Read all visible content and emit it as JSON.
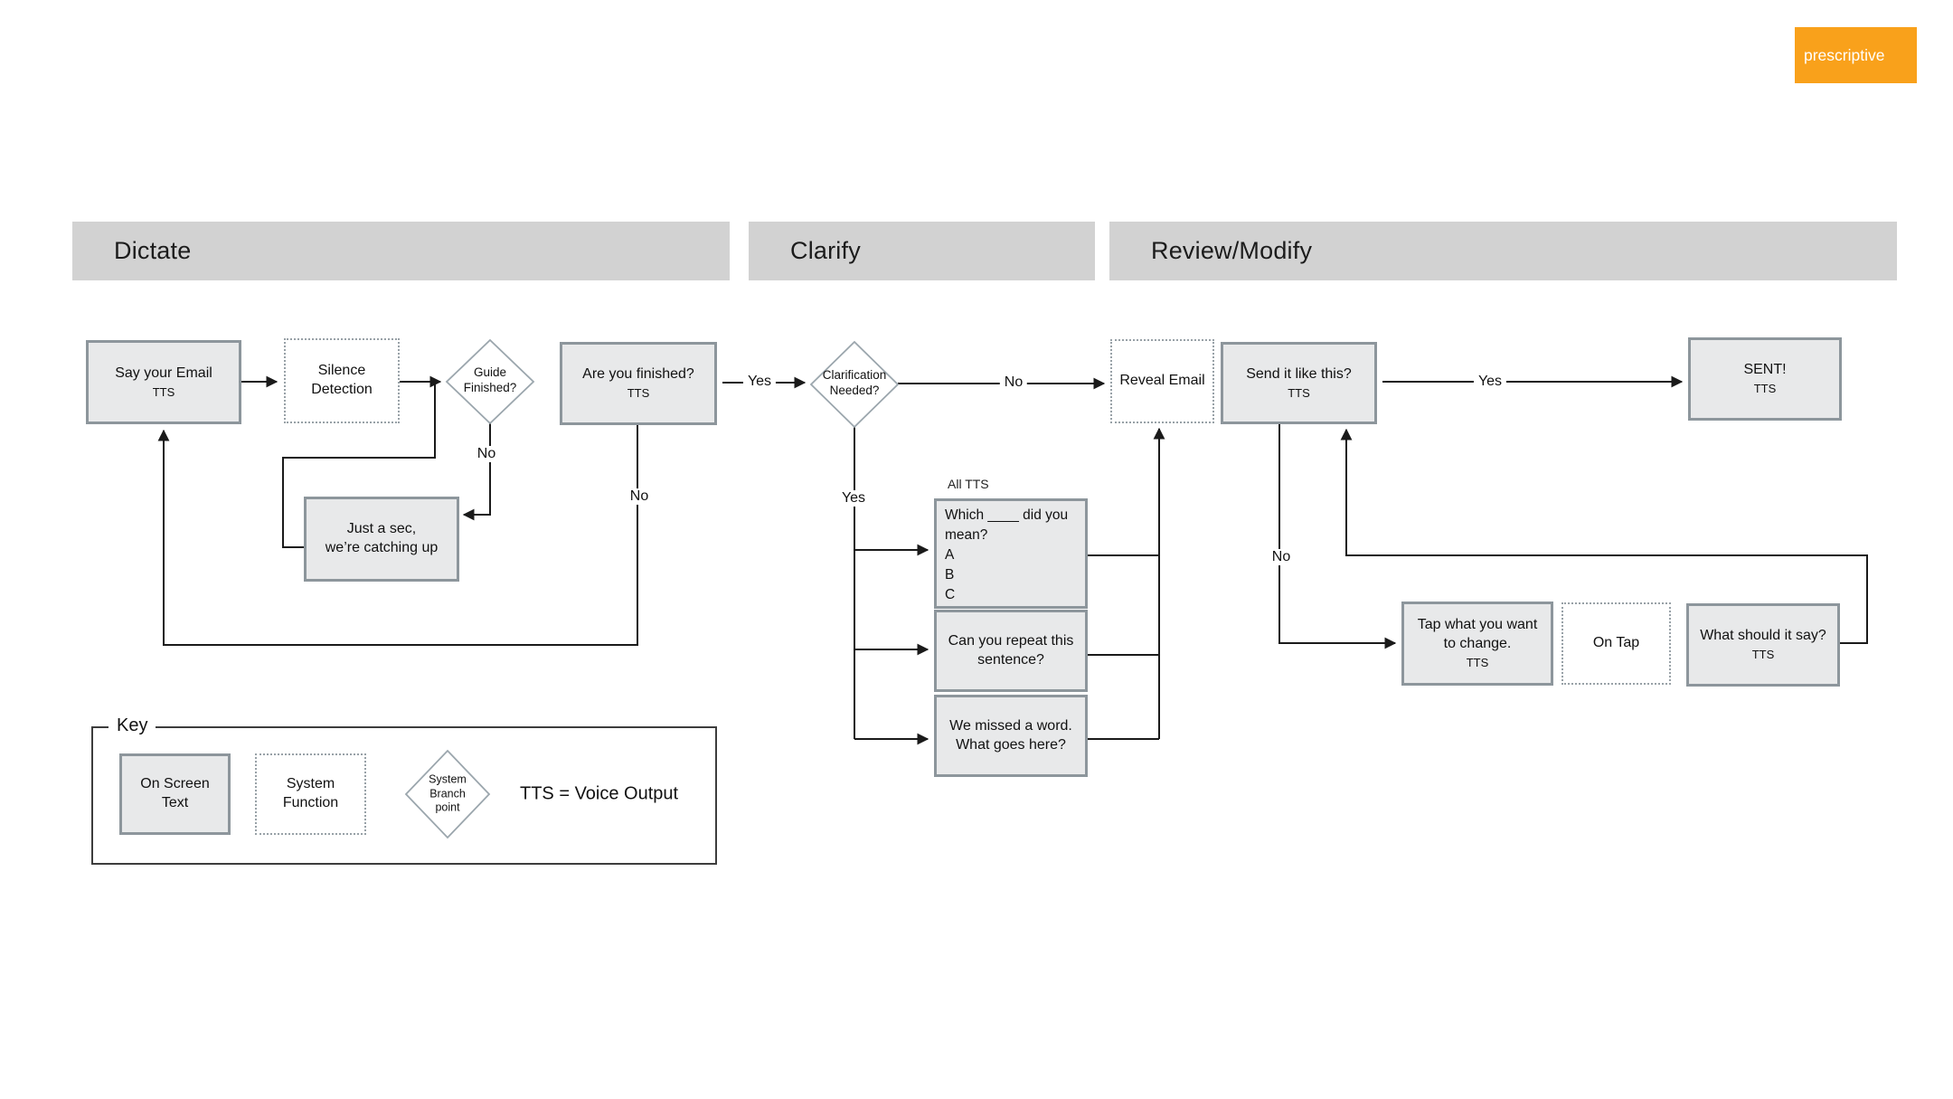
{
  "badge": {
    "label": "prescriptive"
  },
  "colors": {
    "accent": "#F9A11B",
    "phase_bar": "#D2D2D2",
    "box_fill": "#E8E9EA",
    "box_border": "#8D969C",
    "dotted_border": "#98A1A7",
    "line": "#1A1A1A"
  },
  "phases": {
    "dictate": "Dictate",
    "clarify": "Clarify",
    "review": "Review/Modify"
  },
  "nodes": {
    "say_your_email": {
      "title": "Say your Email",
      "tts": "TTS"
    },
    "silence_detection": {
      "title": "Silence\nDetection"
    },
    "guide_finished": {
      "title": "Guide\nFinished?"
    },
    "are_you_finished": {
      "title": "Are you finished?",
      "tts": "TTS"
    },
    "just_a_sec": {
      "title": "Just a sec,\nwe’re catching up"
    },
    "clarification_needed": {
      "title": "Clarification\nNeeded?"
    },
    "reveal_email": {
      "title": "Reveal Email"
    },
    "send_it_like_this": {
      "title": "Send it like this?",
      "tts": "TTS"
    },
    "sent": {
      "title": "SENT!",
      "tts": "TTS"
    },
    "which_mean": {
      "title": "Which ____ did you\nmean?\nA\nB\nC"
    },
    "can_repeat": {
      "title": "Can you repeat this\nsentence?"
    },
    "missed_word": {
      "title": "We missed a word.\nWhat goes here?"
    },
    "tap_change": {
      "title": "Tap what you want\nto change.",
      "tts": "TTS"
    },
    "on_tap": {
      "title": "On Tap"
    },
    "what_say": {
      "title": "What should it say?",
      "tts": "TTS"
    }
  },
  "edge_labels": {
    "guide_no": "No",
    "finished_no": "No",
    "finished_yes": "Yes",
    "clarification_no": "No",
    "clarification_yes": "Yes",
    "all_tts": "All TTS",
    "send_yes": "Yes",
    "send_no": "No"
  },
  "key": {
    "legend": "Key",
    "on_screen": "On Screen\nText",
    "system_function": "System\nFunction",
    "branch_point": "System\nBranch\npoint",
    "tts_note": "TTS = Voice Output"
  }
}
